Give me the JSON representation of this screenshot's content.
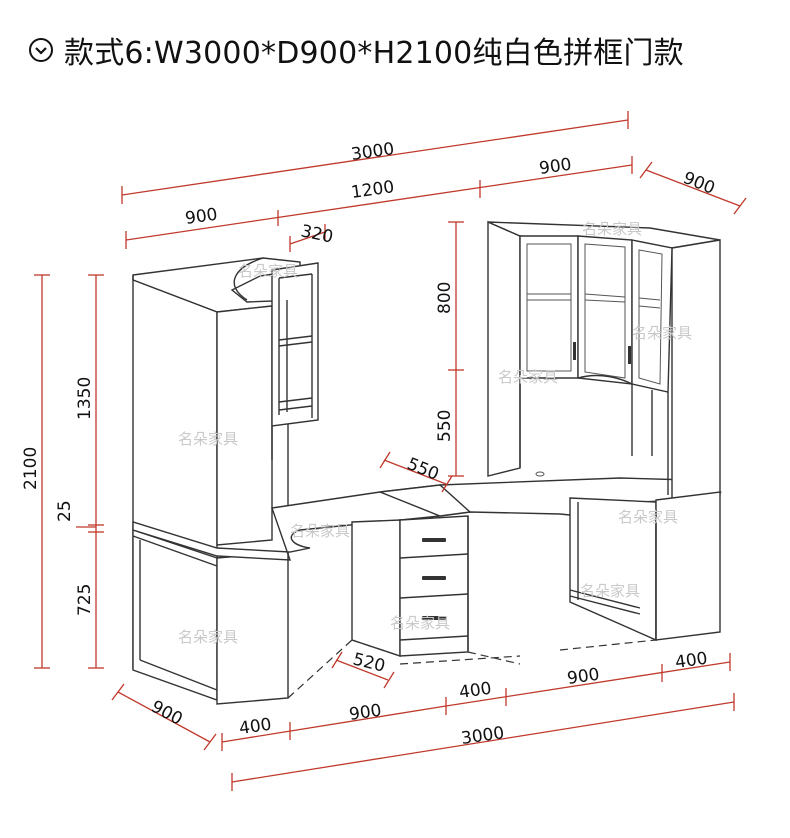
{
  "title": {
    "icon": "circle-chevron-down-icon",
    "text": "款式6:W3000*D900*H2100纯白色拼框门款"
  },
  "dimensions": {
    "top_total": "3000",
    "top_left": "900",
    "top_middle": "1200",
    "top_right": "900",
    "right_depth": "900",
    "shelf_depth": "320",
    "desk_depth": "550",
    "left_total_height": "2100",
    "upper_height": "1350",
    "desk_thickness": "25",
    "lower_height": "725",
    "right_cabinet_upper": "800",
    "right_cabinet_lower": "550",
    "drawer_depth": "520",
    "bottom_left_depth": "900",
    "bottom_seg_1": "400",
    "bottom_seg_2": "900",
    "bottom_seg_3": "400",
    "bottom_seg_4": "900",
    "bottom_seg_5": "400",
    "bottom_total": "3000"
  },
  "watermark": "名朵家具",
  "colors": {
    "dimension": "#c0392b",
    "line": "#333333"
  }
}
